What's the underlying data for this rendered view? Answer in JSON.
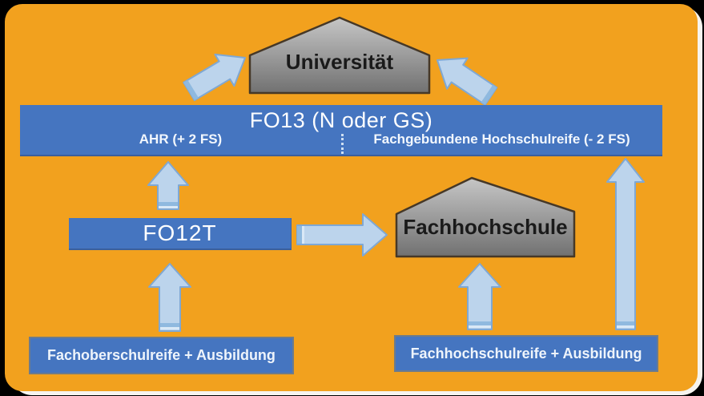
{
  "slide": {
    "universitaet_label": "Universität",
    "fo13_title": "FO13 (N oder GS)",
    "fo13_left_label": "AHR (+ 2 FS)",
    "fo13_right_label": "Fachgebundene Hochschulreife (- 2 FS)",
    "fo12t_label": "FO12T",
    "fachhochschule_label": "Fachhochschule",
    "bottom_left_label": "Fachoberschulreife + Ausbildung",
    "bottom_right_label": "Fachhochschulreife + Ausbildung"
  },
  "icons": {
    "arrows": [
      "up-arrow-fo12t-to-fo13",
      "up-arrow-fachoberschulreife-to-fo12t",
      "up-arrow-fachhochschulreife-to-fachhochschule",
      "up-arrow-fachhochschulreife-to-fo13",
      "right-arrow-fo12t-to-fachhochschule",
      "diagonal-arrow-fo13-to-universitaet-left",
      "diagonal-arrow-fo13-to-universitaet-right"
    ],
    "house_shapes": [
      "universitaet-house",
      "fachhochschule-house"
    ]
  },
  "colors": {
    "frame_black": "#000000",
    "slide_orange": "#F2A11E",
    "box_blue": "#4575C0",
    "arrow_fill": "#BCD4EC",
    "arrow_border": "#7FA8D4",
    "house_gray_top": "#C6C6C6",
    "house_gray_bottom": "#717171",
    "house_border": "#463827",
    "text_white": "#FFFFFF",
    "text_black": "#1A1A1A"
  }
}
